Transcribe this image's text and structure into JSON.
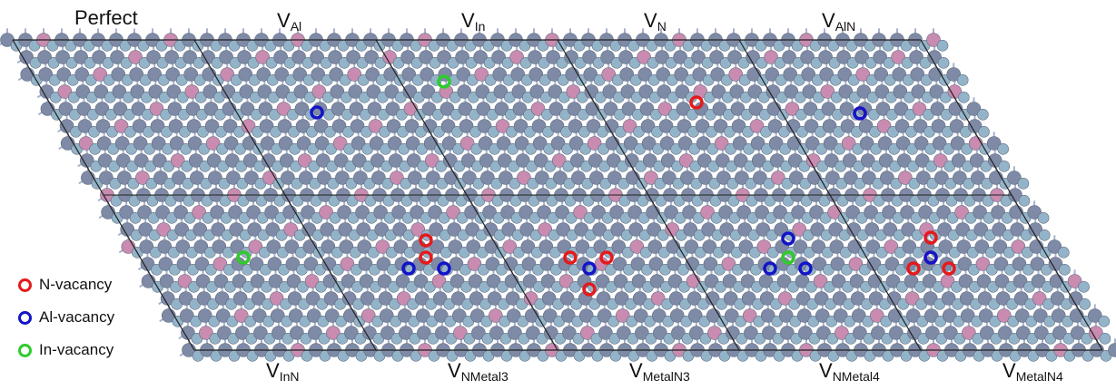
{
  "panels": [
    {
      "id": "perfect",
      "main": "Perfect",
      "sub": ""
    },
    {
      "id": "v-al",
      "main": "V",
      "sub": "Al"
    },
    {
      "id": "v-in",
      "main": "V",
      "sub": "In"
    },
    {
      "id": "v-n",
      "main": "V",
      "sub": "N"
    },
    {
      "id": "v-aln",
      "main": "V",
      "sub": "AlN"
    },
    {
      "id": "v-inn",
      "main": "V",
      "sub": "InN"
    },
    {
      "id": "v-nmetal3",
      "main": "V",
      "sub": "NMetal3"
    },
    {
      "id": "v-metaln3",
      "main": "V",
      "sub": "MetalN3"
    },
    {
      "id": "v-nmetal4",
      "main": "V",
      "sub": "NMetal4"
    },
    {
      "id": "v-metaln4",
      "main": "V",
      "sub": "MetalN4"
    }
  ],
  "legend": [
    {
      "label": "N-vacancy",
      "color": "#e41a1c"
    },
    {
      "label": "Al-vacancy",
      "color": "#1414c8"
    },
    {
      "label": "In-vacancy",
      "color": "#2ecc2e"
    }
  ],
  "colors": {
    "n_atom": "#93b3c8",
    "al_atom": "#7e8aa6",
    "in_atom": "#c98bb0",
    "bond": "#a5b3cc",
    "cell_border": "#222222"
  }
}
